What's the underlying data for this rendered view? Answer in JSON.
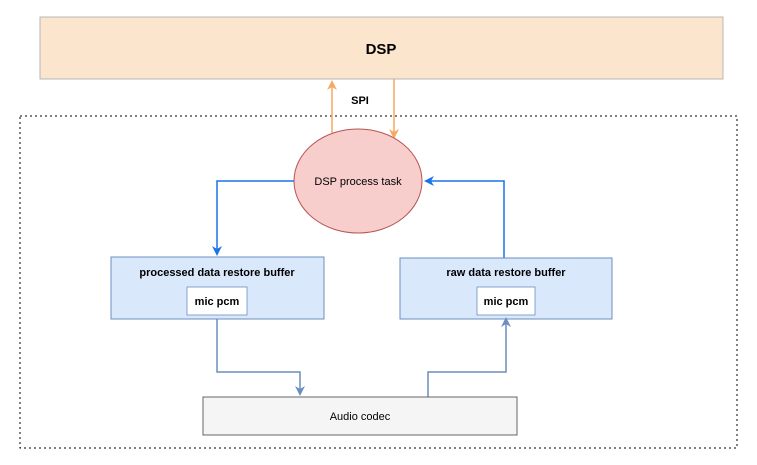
{
  "colors": {
    "dsp_fill": "#fce5cd",
    "dsp_stroke": "#b7b7b7",
    "spi_arrow": "#f5a962",
    "task_fill": "#f8cecc",
    "task_stroke": "#b85450",
    "buffer_fill": "#dae8fc",
    "buffer_stroke": "#6c8ebf",
    "blue_arrow": "#1a73e8",
    "pcm_arrow": "#6c8ebf",
    "codec_fill": "#f5f5f5",
    "codec_stroke": "#666666",
    "dashed_border": "#000000"
  },
  "nodes": {
    "dsp": {
      "label": "DSP"
    },
    "spi": {
      "label": "SPI"
    },
    "task": {
      "label": "DSP process task"
    },
    "processed_buffer": {
      "label": "processed data restore buffer",
      "inner_label": "mic pcm"
    },
    "raw_buffer": {
      "label": "raw data restore buffer",
      "inner_label": "mic pcm"
    },
    "codec": {
      "label": "Audio codec"
    }
  },
  "edges": [
    {
      "from": "task",
      "to": "dsp",
      "label": "SPI"
    },
    {
      "from": "dsp",
      "to": "task",
      "label": "SPI"
    },
    {
      "from": "task",
      "to": "processed_buffer"
    },
    {
      "from": "raw_buffer",
      "to": "task"
    },
    {
      "from": "processed_buffer",
      "to": "codec"
    },
    {
      "from": "codec",
      "to": "raw_buffer"
    }
  ]
}
